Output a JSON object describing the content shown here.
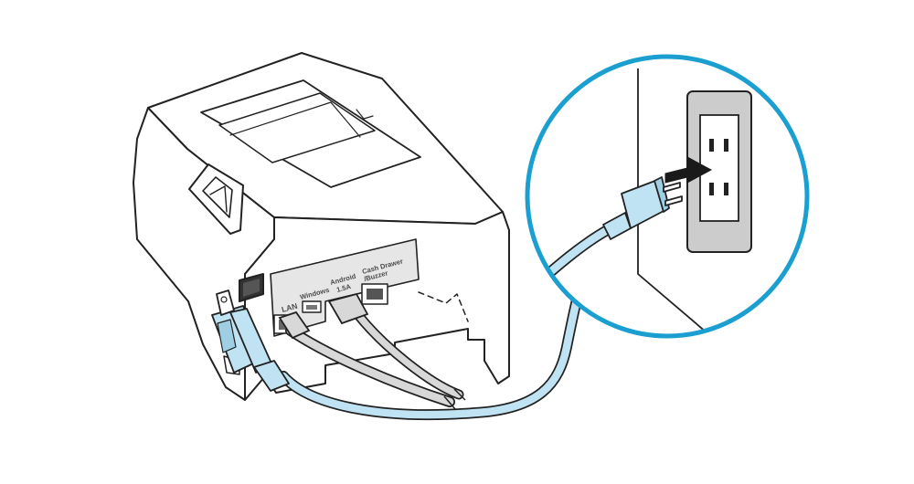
{
  "ports": {
    "lan": "LAN",
    "windows": "Windows",
    "android_line1": "Android",
    "android_line2": "1.5A",
    "cash_line1": "Cash Drawer",
    "cash_line2": "/Buzzer"
  },
  "colors": {
    "accent": "#1a9fd0",
    "cable": "#bfe3f2",
    "outline": "#222222",
    "panel": "#e6e6e6",
    "printer_body": "#ffffff",
    "wall_plate": "#cccccc",
    "arrow": "#1a1a1a"
  },
  "icons": {
    "plug": "plug-icon",
    "outlet": "wall-outlet-icon",
    "arrow": "insert-arrow-icon"
  }
}
